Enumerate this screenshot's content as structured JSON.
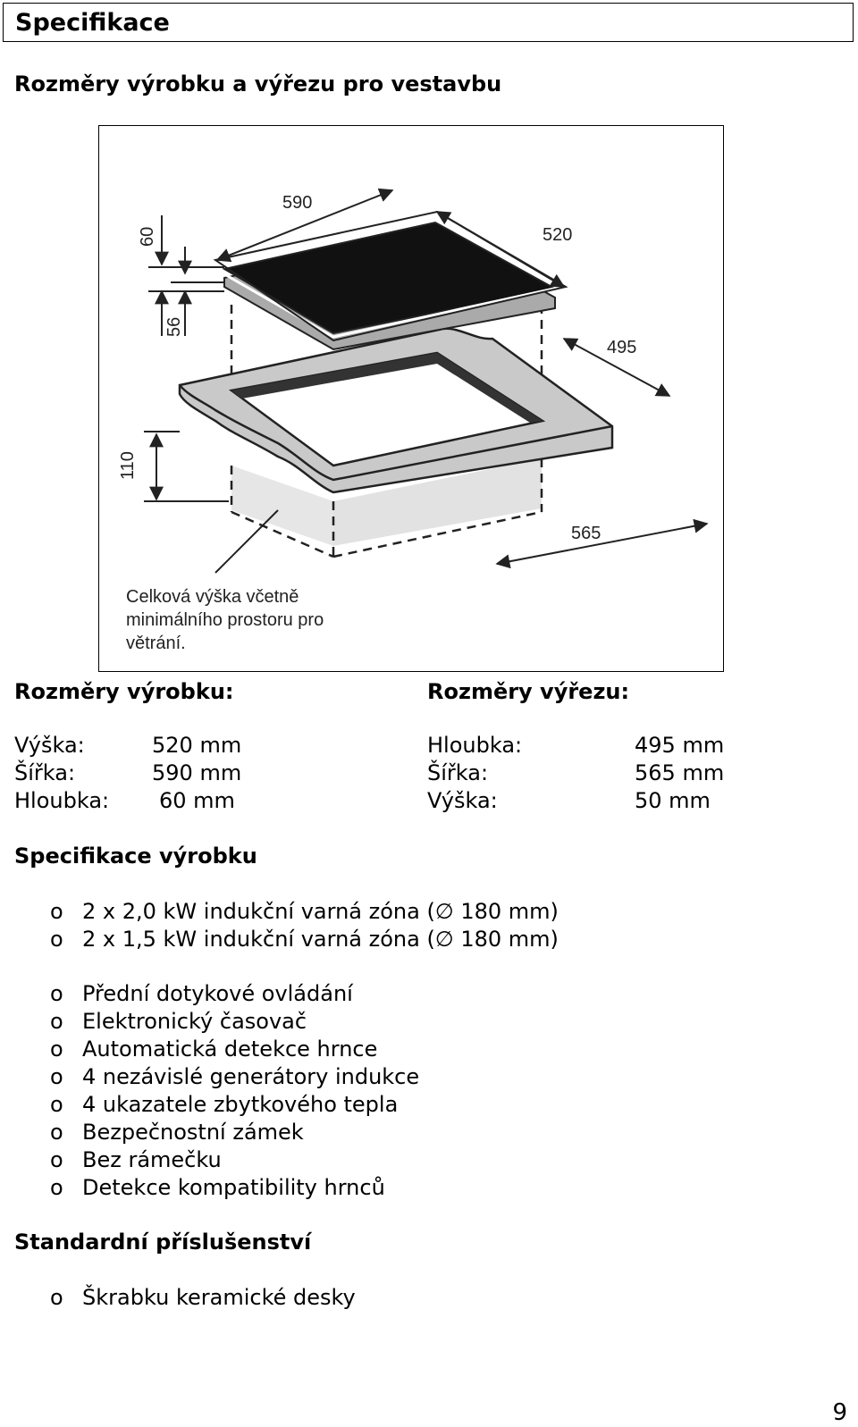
{
  "header": {
    "title": "Specifikace"
  },
  "dims_section": {
    "heading": "Rozměry výrobku a výřezu pro vestavbu"
  },
  "figure": {
    "labels": {
      "w590": "590",
      "d520": "520",
      "h60": "60",
      "h56": "56",
      "c495": "495",
      "c565": "565",
      "h110": "110"
    },
    "note_lines": [
      "Celková výška včetně",
      "minimálního prostoru pro",
      "větrání."
    ]
  },
  "product": {
    "heading": "Rozměry výrobku:",
    "rows": [
      {
        "label": "Výška:",
        "value": "520 mm"
      },
      {
        "label": "Šířka:",
        "value": "590 mm"
      },
      {
        "label": "Hloubka:",
        "value": "60 mm"
      }
    ]
  },
  "cutout": {
    "heading": "Rozměry výřezu:",
    "rows": [
      {
        "label": "Hloubka:",
        "value": "495 mm"
      },
      {
        "label": "Šířka:",
        "value": "565 mm"
      },
      {
        "label": "Výška:",
        "value": "50 mm"
      }
    ]
  },
  "spec": {
    "heading": "Specifikace výrobku",
    "bullet_marker": "o",
    "zones": [
      "2 x 2,0 kW indukční varná zóna (∅ 180 mm)",
      "2 x 1,5 kW indukční varná zóna (∅ 180 mm)"
    ],
    "features": [
      "Přední dotykové ovládání",
      "Elektronický časovač",
      "Automatická detekce hrnce",
      "4 nezávislé generátory indukce",
      "4 ukazatele zbytkového tepla",
      "Bezpečnostní zámek",
      "Bez rámečku",
      "Detekce kompatibility hrnců"
    ]
  },
  "accessories": {
    "heading": "Standardní příslušenství",
    "items": [
      "Škrabku keramické desky"
    ]
  },
  "footer": {
    "page_number": "9"
  }
}
